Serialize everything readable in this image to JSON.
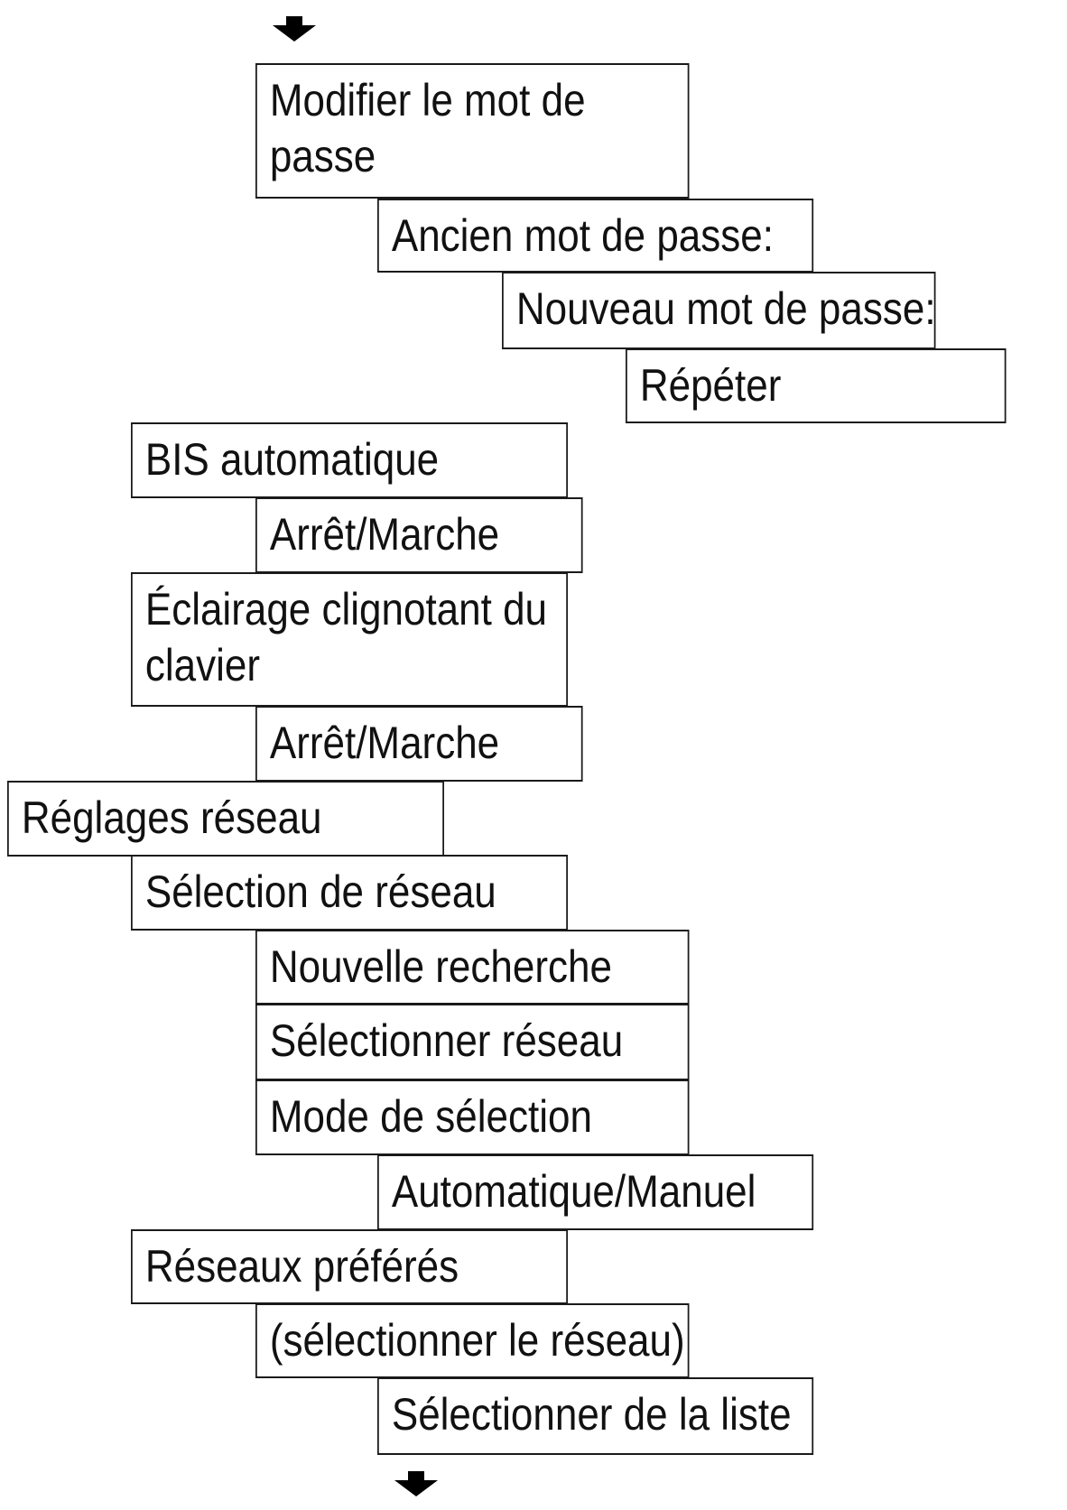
{
  "items": [
    {
      "id": "modifier-mot-de-passe",
      "lines": [
        "Modifier le mot de",
        "passe"
      ]
    },
    {
      "id": "ancien-mot-de-passe",
      "lines": [
        "Ancien mot de passe:"
      ]
    },
    {
      "id": "nouveau-mot-de-passe",
      "lines": [
        "Nouveau mot de passe:"
      ]
    },
    {
      "id": "repeter",
      "lines": [
        "Répéter"
      ]
    },
    {
      "id": "bis-automatique",
      "lines": [
        "BIS automatique"
      ]
    },
    {
      "id": "arret-marche-bis",
      "lines": [
        "Arrêt/Marche"
      ]
    },
    {
      "id": "eclairage-clignotant-clavier",
      "lines": [
        "Éclairage clignotant du",
        "clavier"
      ]
    },
    {
      "id": "arret-marche-eclairage",
      "lines": [
        "Arrêt/Marche"
      ]
    },
    {
      "id": "reglages-reseau",
      "lines": [
        "Réglages  réseau"
      ]
    },
    {
      "id": "selection-de-reseau",
      "lines": [
        "Sélection de réseau"
      ]
    },
    {
      "id": "nouvelle-recherche",
      "lines": [
        "Nouvelle  recherche"
      ]
    },
    {
      "id": "selectionner-reseau",
      "lines": [
        "Sélectionner  réseau"
      ]
    },
    {
      "id": "mode-de-selection",
      "lines": [
        "Mode de sélection"
      ]
    },
    {
      "id": "automatique-manuel",
      "lines": [
        "Automatique/Manuel"
      ]
    },
    {
      "id": "reseaux-preferes",
      "lines": [
        "Réseaux  préférés"
      ]
    },
    {
      "id": "selectionner-le-reseau",
      "lines": [
        "(sélectionner  le  réseau)"
      ]
    },
    {
      "id": "selectionner-de-la-liste",
      "lines": [
        "Sélectionner de la liste"
      ]
    }
  ]
}
